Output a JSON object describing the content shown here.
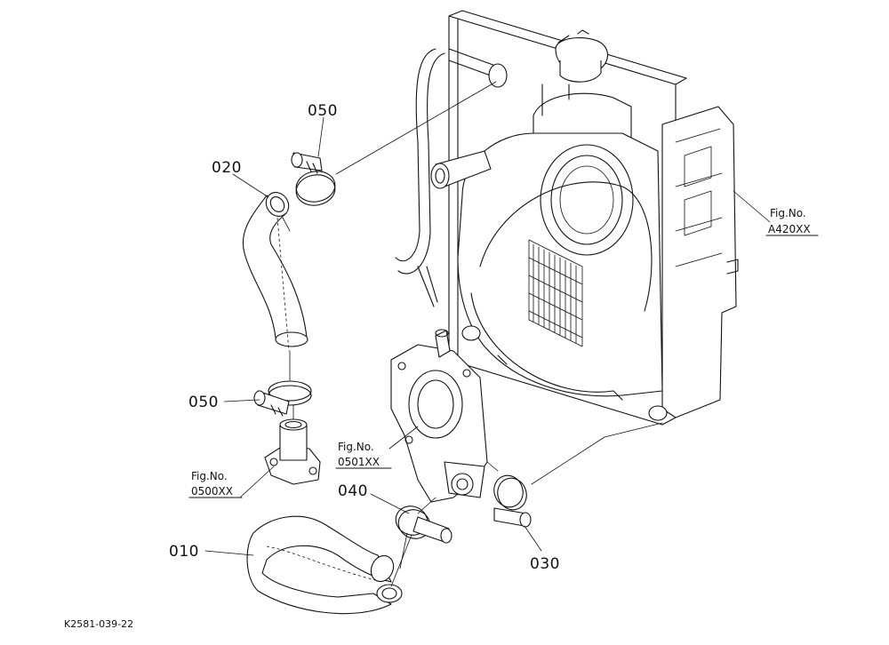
{
  "figure_code": "K2581-039-22",
  "callouts": {
    "hose_upper": "020",
    "clamp_upper_top": "050",
    "clamp_upper_bottom": "050",
    "hose_lower": "010",
    "clamp_lower_left": "040",
    "clamp_lower_right": "030"
  },
  "references": {
    "radiator": {
      "prefix": "Fig.No.",
      "code": "A420XX"
    },
    "thermostat_housing": {
      "prefix": "Fig.No.",
      "code": "0501XX"
    },
    "water_flange": {
      "prefix": "Fig.No.",
      "code": "0500XX"
    }
  }
}
